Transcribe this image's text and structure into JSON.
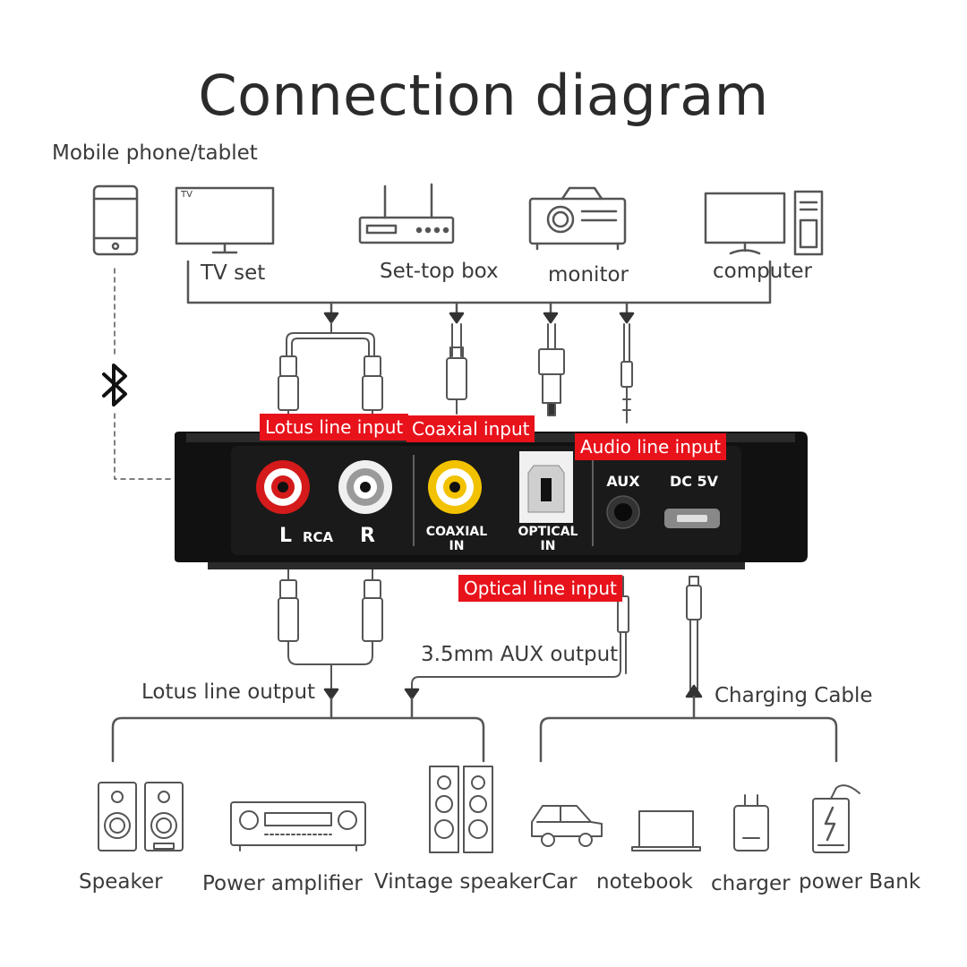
{
  "title": "Connection diagram",
  "sources": {
    "mobile": "Mobile phone/tablet",
    "tv": "TV set",
    "tv_screen_text": "TV",
    "settop": "Set-top box",
    "monitor": "monitor",
    "computer": "computer"
  },
  "inputs": {
    "lotus_in": "Lotus line input",
    "coaxial_in": "Coaxial input",
    "audio_in": "Audio line input",
    "optical_in": "Optical line input"
  },
  "panel": {
    "rca_l": "L",
    "rca_mid": "RCA",
    "rca_r": "R",
    "coaxial_1": "COAXIAL",
    "coaxial_2": "IN",
    "optical_1": "OPTICAL",
    "optical_2": "IN",
    "aux": "AUX",
    "dc": "DC 5V"
  },
  "outputs": {
    "lotus_out": "Lotus line output",
    "aux_out": "3.5mm AUX output",
    "charging": "Charging Cable"
  },
  "devices": {
    "speaker": "Speaker",
    "amplifier": "Power amplifier",
    "vintage": "Vintage speaker",
    "car": "Car",
    "notebook": "notebook",
    "charger": "charger",
    "powerbank": "power Bank"
  },
  "colors": {
    "accent_red": "#e8121b",
    "device_body": "#141414",
    "coaxial_yellow": "#f2c200",
    "rca_red": "#d41a1a"
  }
}
